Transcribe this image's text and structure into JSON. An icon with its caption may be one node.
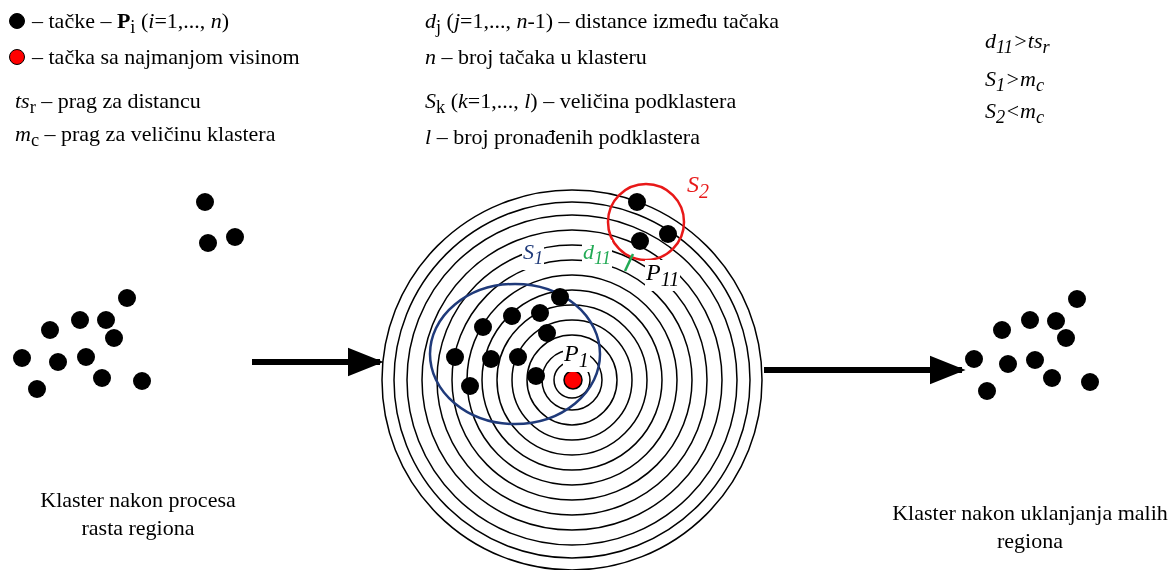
{
  "diagram": {
    "nodes": [
      {
        "text": [],
        "shape": "picture"
      },
      {
        "text": [],
        "shape": "picture"
      },
      {
        "text": [],
        "shape": "picture"
      }
    ],
    "edges": [
      {
        "from": 0,
        "to": 1,
        "arrow": "to"
      },
      {
        "from": 1,
        "to": 2,
        "arrow": "to"
      }
    ],
    "labels": [
      "*ts*$_{r}$ – prag za distancu",
      "*m*$_{c}$ – prag za veličinu klastera",
      "*d*$_{j}$ (*j*=1,..., *n*-1)  – distance između tačaka",
      "*n* – broj tačaka u klasteru",
      "*S*$_{k}$ (*k*=1,..., *l*)  – veličina podklastera",
      "*l* – broj pronađenih podklastera",
      "*d*$_{11}$>*ts*$_{r}$",
      "*S*$_{1}$>*m*$_{c}$",
      "*S*$_{2}$<*m*$_{c}$",
      "*S*$_{2}$",
      "*S*$_{1}$",
      "*d*$_{11}$",
      "*P*$_{11}$",
      "*P*$_{1}$",
      "Klaster nakon procesa rasta regiona",
      "Klaster nakon uklanjanja malih regiona"
    ],
    "legend": [
      {
        "text": "– tačke – **P**$_{i}$ (*i*=1,..., *n*)",
        "color": "#000000"
      },
      {
        "text": "– tačka sa najmanjom visinom",
        "color": "#ff0000"
      }
    ]
  }
}
